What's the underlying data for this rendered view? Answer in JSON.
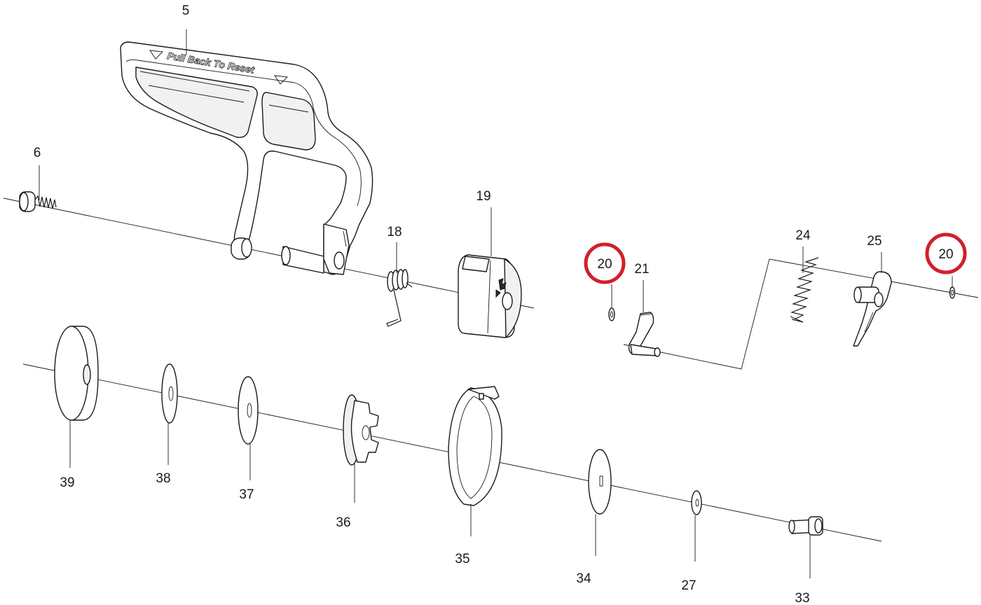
{
  "labels": {
    "p5": "5",
    "p6": "6",
    "p18": "18",
    "p19": "19",
    "p20a": "20",
    "p20b": "20",
    "p21": "21",
    "p24": "24",
    "p25": "25",
    "p27": "27",
    "p33": "33",
    "p34": "34",
    "p35": "35",
    "p36": "36",
    "p37": "37",
    "p38": "38",
    "p39": "39"
  },
  "embossed_text": "Pull Back To Reset",
  "highlight_color": "#d0202a"
}
